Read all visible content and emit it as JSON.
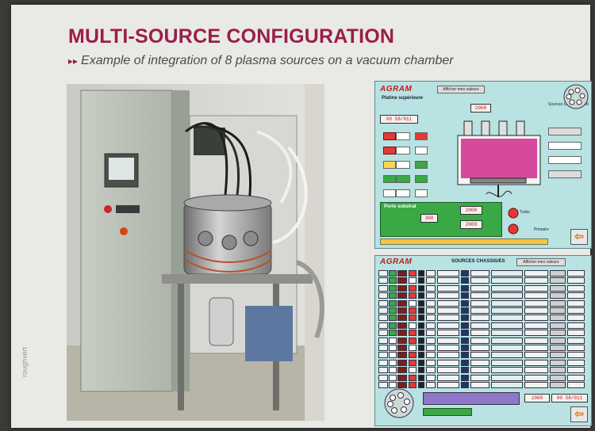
{
  "slide": {
    "title": "MULTI-SOURCE CONFIGURATION",
    "subtitle_arrows": "▸▸",
    "subtitle": "Example of integration of 8 plasma sources on a vacuum chamber",
    "side_text": "roughvert"
  },
  "screen1": {
    "brand": "AGRAM",
    "top_button": "Afficher mes valeurs",
    "platine_label": "Platine supérieure",
    "substrat_label": "Porte substrat",
    "sources_label": "Sources CHASSIS/EBI",
    "display_value": "00 58/011",
    "lcd_a": "2000",
    "lcd_b": "2000",
    "lcd_c": "2000",
    "lcd_d": "360",
    "turbo_label": "Turbo",
    "primary_label": "Primaire",
    "nav_arrow": "⇦"
  },
  "screen2": {
    "brand": "AGRAM",
    "header_title": "SOURCES CHASSIS/ES",
    "header_button": "Afficher mes valeurs",
    "footer_value": "00 58/011",
    "footer_lcd": "2000",
    "nav_arrow": "⇦"
  },
  "colors": {
    "title": "#9b1d4a",
    "screen_bg": "#b9e2e2",
    "brand_red": "#c21c1c",
    "plasma": "#d64a9e",
    "green": "#39a845"
  }
}
